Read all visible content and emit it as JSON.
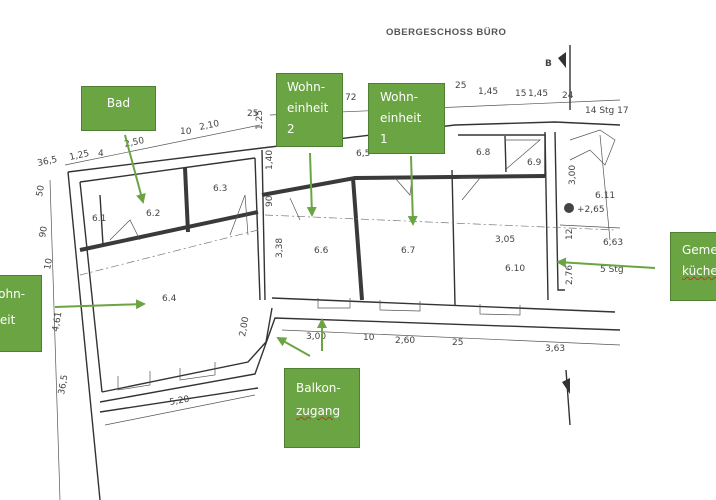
{
  "plan": {
    "title": "OBERGESCHOSS BÜRO",
    "section_marker": "B",
    "rooms": [
      "6.1",
      "6.2",
      "6.3",
      "6.4",
      "6.6",
      "6.7",
      "6.8",
      "6.9",
      "6.10",
      "6.11"
    ],
    "dimensions": {
      "top": [
        "36,5",
        "1,25",
        "4",
        "2,50",
        "10",
        "2,10",
        "25",
        "1,25",
        "72",
        "6,5",
        "25",
        "1,45",
        "15",
        "1,45",
        "24",
        "14 Stg 17"
      ],
      "left": [
        "50",
        "90",
        "10",
        "4,61",
        "36,5"
      ],
      "inner": [
        "1,40",
        "90",
        "3,38",
        "2,00",
        "3,00",
        "10",
        "2,60",
        "25",
        "3,63",
        "3,05",
        "3,00",
        "12",
        "2,76",
        "5 Stg",
        "6,63",
        "+2,65",
        "5,20"
      ]
    }
  },
  "labels": {
    "bad": "Bad",
    "wohneinheit2": [
      "Wohn-",
      "einheit",
      "2"
    ],
    "wohneinheit1": [
      "Wohn-",
      "einheit",
      "1"
    ],
    "wohneinheit_left": [
      "Wohn-",
      "einheit"
    ],
    "gemeinschaftskueche": [
      "Gemeinschafts-",
      "küche"
    ],
    "balkonzugang": [
      "Balkon-",
      "zugang"
    ]
  },
  "colors": {
    "label_fill": "#6aa443",
    "label_border": "#4f7f30",
    "arrow": "#6aa443"
  }
}
